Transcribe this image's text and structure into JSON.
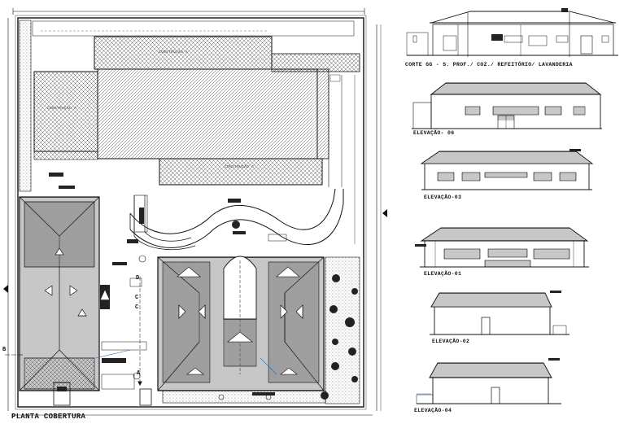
{
  "plan": {
    "title": "PLANTA COBERTURA",
    "area_labels": [
      "CONSTRUÇÃO A",
      "CONSTRUÇÃO A",
      "CONSTRUÇÃO A"
    ],
    "section_marks": [
      "B",
      "C",
      "C",
      "D",
      "A"
    ]
  },
  "views": {
    "section_gg": "CORTE GG - S. PROF./ COZ./ REFEITÓRIO/ LAVANDERIA",
    "elev_06": "ELEVAÇÃO- 06",
    "elev_03": "ELEVAÇÃO-03",
    "elev_01": "ELEVAÇÃO-01",
    "elev_02": "ELEVAÇÃO-02",
    "elev_04": "ELEVAÇÃO-04"
  }
}
